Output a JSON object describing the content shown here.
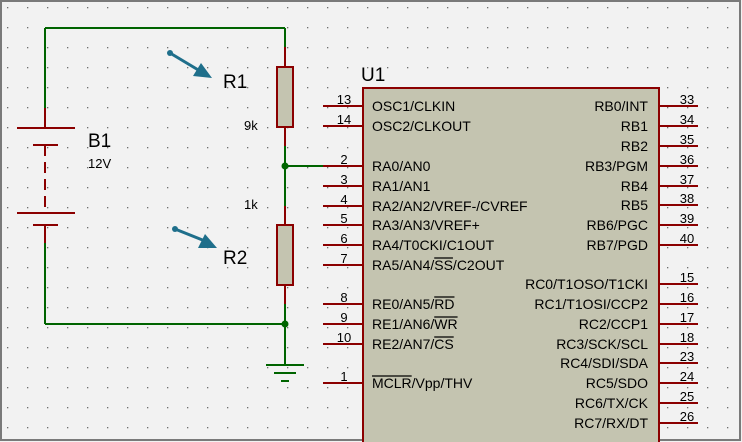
{
  "colors": {
    "background": "#f2f2f2",
    "grid_dot": "#6e6e6e",
    "wire": "#006400",
    "component_line": "#8b0000",
    "ic_body": "#c4c4b0",
    "ic_border": "#8b0000",
    "probe_arrow": "#1f6f8b"
  },
  "ic": {
    "reference": "U1",
    "left_pins": [
      {
        "num": "13",
        "name": "OSC1/CLKIN"
      },
      {
        "num": "14",
        "name": "OSC2/CLKOUT"
      },
      {
        "num": "2",
        "name": "RA0/AN0"
      },
      {
        "num": "3",
        "name": "RA1/AN1"
      },
      {
        "num": "4",
        "name": "RA2/AN2/VREF-/CVREF"
      },
      {
        "num": "5",
        "name": "RA3/AN3/VREF+"
      },
      {
        "num": "6",
        "name": "RA4/T0CKI/C1OUT"
      },
      {
        "num": "7",
        "name": "RA5/AN4/SS/C2OUT"
      },
      {
        "num": "8",
        "name": "RE0/AN5/RD"
      },
      {
        "num": "9",
        "name": "RE1/AN6/WR"
      },
      {
        "num": "10",
        "name": "RE2/AN7/CS"
      },
      {
        "num": "1",
        "name": "MCLR/Vpp/THV"
      }
    ],
    "right_pins": [
      {
        "num": "33",
        "name": "RB0/INT"
      },
      {
        "num": "34",
        "name": "RB1"
      },
      {
        "num": "35",
        "name": "RB2"
      },
      {
        "num": "36",
        "name": "RB3/PGM"
      },
      {
        "num": "37",
        "name": "RB4"
      },
      {
        "num": "38",
        "name": "RB5"
      },
      {
        "num": "39",
        "name": "RB6/PGC"
      },
      {
        "num": "40",
        "name": "RB7/PGD"
      },
      {
        "num": "15",
        "name": "RC0/T1OSO/T1CKI"
      },
      {
        "num": "16",
        "name": "RC1/T1OSI/CCP2"
      },
      {
        "num": "17",
        "name": "RC2/CCP1"
      },
      {
        "num": "18",
        "name": "RC3/SCK/SCL"
      },
      {
        "num": "23",
        "name": "RC4/SDI/SDA"
      },
      {
        "num": "24",
        "name": "RC5/SDO"
      },
      {
        "num": "25",
        "name": "RC6/TX/CK"
      },
      {
        "num": "26",
        "name": "RC7/RX/DT"
      }
    ]
  },
  "battery": {
    "reference": "B1",
    "value": "12V"
  },
  "r1": {
    "reference": "R1",
    "value": "9k"
  },
  "r2": {
    "reference": "R2",
    "value": "1k"
  }
}
